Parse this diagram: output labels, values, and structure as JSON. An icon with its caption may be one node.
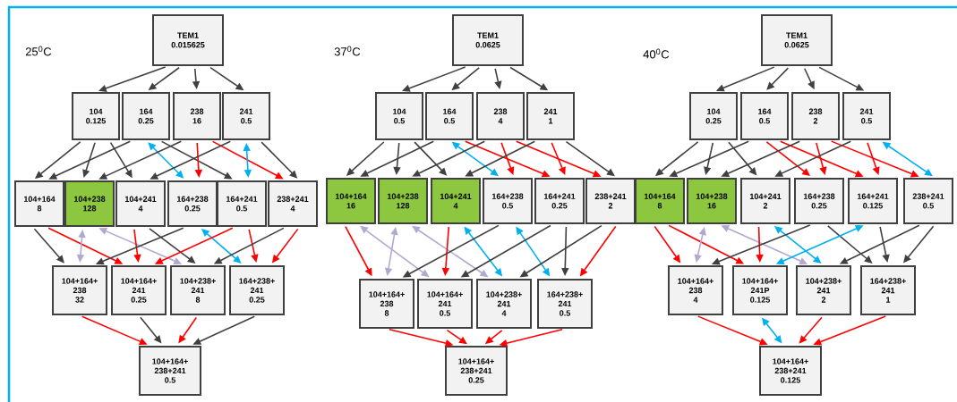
{
  "diagram": {
    "nodes": [
      {
        "text": [
          "TEM1 0.015625"
        ]
      },
      {
        "text": [
          "104 0.125"
        ]
      },
      {
        "text": [
          "164 0.25"
        ]
      },
      {
        "text": [
          "238 16"
        ]
      },
      {
        "text": [
          "241 0.5"
        ]
      },
      {
        "text": [
          "104+164 8"
        ]
      },
      {
        "text": [
          "104+238 128"
        ]
      },
      {
        "text": [
          "104+241 4"
        ]
      },
      {
        "text": [
          "164+238 0.25"
        ]
      },
      {
        "text": [
          "164+241 0.5"
        ]
      },
      {
        "text": [
          "238+241 4"
        ]
      },
      {
        "text": [
          "104+164+ 238 32"
        ]
      },
      {
        "text": [
          "104+164+ 241 0.25"
        ]
      },
      {
        "text": [
          "104+238+ 241 8"
        ]
      },
      {
        "text": [
          "164+238+ 241 0.25"
        ]
      },
      {
        "text": [
          "104+164+ 238+241 0.5"
        ]
      },
      {
        "text": [
          "TEM1 0.0625"
        ]
      },
      {
        "text": [
          "104 0.5"
        ]
      },
      {
        "text": [
          "164 0.5"
        ]
      },
      {
        "text": [
          "238 4"
        ]
      },
      {
        "text": [
          "241 1"
        ]
      },
      {
        "text": [
          "104+164 16"
        ]
      },
      {
        "text": [
          "104+238 128"
        ]
      },
      {
        "text": [
          "104+241 4"
        ]
      },
      {
        "text": [
          "164+238 0.5"
        ]
      },
      {
        "text": [
          "164+241 0.25"
        ]
      },
      {
        "text": [
          "238+241 2"
        ]
      },
      {
        "text": [
          "104+164+ 238 8"
        ]
      },
      {
        "text": [
          "104+164+ 241 0.5"
        ]
      },
      {
        "text": [
          "104+238+ 241 4"
        ]
      },
      {
        "text": [
          "164+238+ 241 0.5"
        ]
      },
      {
        "text": [
          "104+164+ 238+241 0.25"
        ]
      },
      {
        "text": [
          "TEM1 0.0625"
        ]
      },
      {
        "text": [
          "104 0.25"
        ]
      },
      {
        "text": [
          "164 0.5"
        ]
      },
      {
        "text": [
          "238 2"
        ]
      },
      {
        "text": [
          "241 0.5"
        ]
      },
      {
        "text": [
          "104+164 8"
        ]
      },
      {
        "text": [
          "104+238 16"
        ]
      },
      {
        "text": [
          "104+241 2"
        ]
      },
      {
        "text": [
          "164+238 0.25"
        ]
      },
      {
        "text": [
          "164+241 0.125"
        ]
      },
      {
        "text": [
          "238+241 0.5"
        ]
      },
      {
        "text": [
          "104+164+ 238 4"
        ]
      },
      {
        "text": [
          "104+164+ 241P 0.125"
        ]
      },
      {
        "text": [
          "104+238+ 241 2"
        ]
      },
      {
        "text": [
          "164+238+ 241 1"
        ]
      },
      {
        "text": [
          "104+164+ 238+241 0.125"
        ]
      }
    ],
    "edges": [
      {
        "from": 0,
        "to": 1,
        "arrow": "to"
      },
      {
        "from": 0,
        "to": 2,
        "arrow": "to"
      },
      {
        "from": 0,
        "to": 3,
        "arrow": "to"
      },
      {
        "from": 0,
        "to": 4,
        "arrow": "to"
      },
      {
        "from": 1,
        "to": 5,
        "arrow": "to"
      },
      {
        "from": 1,
        "to": 6,
        "arrow": "to"
      },
      {
        "from": 1,
        "to": 7,
        "arrow": "to"
      },
      {
        "from": 2,
        "to": 5,
        "arrow": "to"
      },
      {
        "from": 2,
        "to": 8,
        "arrow": "both",
        "color": "#00b0f0"
      },
      {
        "from": 2,
        "to": 9,
        "arrow": "to"
      },
      {
        "from": 3,
        "to": 6,
        "arrow": "to"
      },
      {
        "from": 3,
        "to": 8,
        "arrow": "to",
        "color": "#ff0000"
      },
      {
        "from": 3,
        "to": 10,
        "arrow": "to",
        "color": "#ff0000"
      },
      {
        "from": 4,
        "to": 7,
        "arrow": "to"
      },
      {
        "from": 4,
        "to": 9,
        "arrow": "both",
        "color": "#00b0f0"
      },
      {
        "from": 4,
        "to": 10,
        "arrow": "to"
      },
      {
        "from": 5,
        "to": 11,
        "arrow": "to"
      },
      {
        "from": 5,
        "to": 12,
        "arrow": "to",
        "color": "#ff0000"
      },
      {
        "from": 6,
        "to": 11,
        "arrow": "both",
        "color": "#b3a8cf"
      },
      {
        "from": 6,
        "to": 13,
        "arrow": "both",
        "color": "#b3a8cf"
      },
      {
        "from": 7,
        "to": 12,
        "arrow": "to",
        "color": "#ff0000"
      },
      {
        "from": 7,
        "to": 13,
        "arrow": "to"
      },
      {
        "from": 8,
        "to": 11,
        "arrow": "to"
      },
      {
        "from": 8,
        "to": 14,
        "arrow": "both",
        "color": "#00b0f0"
      },
      {
        "from": 9,
        "to": 12,
        "arrow": "to",
        "color": "#ff0000"
      },
      {
        "from": 9,
        "to": 14,
        "arrow": "to",
        "color": "#ff0000"
      },
      {
        "from": 10,
        "to": 13,
        "arrow": "to"
      },
      {
        "from": 10,
        "to": 14,
        "arrow": "to",
        "color": "#ff0000"
      },
      {
        "from": 11,
        "to": 15,
        "arrow": "to",
        "color": "#ff0000"
      },
      {
        "from": 12,
        "to": 15,
        "arrow": "to"
      },
      {
        "from": 13,
        "to": 15,
        "arrow": "to",
        "color": "#ff0000"
      },
      {
        "from": 14,
        "to": 15,
        "arrow": "to"
      },
      {
        "from": 16,
        "to": 17,
        "arrow": "to"
      },
      {
        "from": 16,
        "to": 18,
        "arrow": "to"
      },
      {
        "from": 16,
        "to": 19,
        "arrow": "to"
      },
      {
        "from": 16,
        "to": 20,
        "arrow": "to"
      },
      {
        "from": 17,
        "to": 21,
        "arrow": "to"
      },
      {
        "from": 17,
        "to": 22,
        "arrow": "to"
      },
      {
        "from": 17,
        "to": 23,
        "arrow": "to"
      },
      {
        "from": 18,
        "to": 21,
        "arrow": "to"
      },
      {
        "from": 18,
        "to": 24,
        "arrow": "both",
        "color": "#00b0f0"
      },
      {
        "from": 18,
        "to": 25,
        "arrow": "to",
        "color": "#ff0000"
      },
      {
        "from": 19,
        "to": 22,
        "arrow": "to"
      },
      {
        "from": 19,
        "to": 24,
        "arrow": "to",
        "color": "#ff0000"
      },
      {
        "from": 19,
        "to": 26,
        "arrow": "to",
        "color": "#ff0000"
      },
      {
        "from": 20,
        "to": 23,
        "arrow": "to"
      },
      {
        "from": 20,
        "to": 25,
        "arrow": "to",
        "color": "#ff0000"
      },
      {
        "from": 20,
        "to": 26,
        "arrow": "to"
      },
      {
        "from": 21,
        "to": 27,
        "arrow": "to",
        "color": "#ff0000"
      },
      {
        "from": 21,
        "to": 28,
        "arrow": "both",
        "color": "#b3a8cf"
      },
      {
        "from": 22,
        "to": 27,
        "arrow": "both",
        "color": "#b3a8cf"
      },
      {
        "from": 22,
        "to": 29,
        "arrow": "both",
        "color": "#b3a8cf"
      },
      {
        "from": 23,
        "to": 28,
        "arrow": "to",
        "color": "#ff0000"
      },
      {
        "from": 23,
        "to": 29,
        "arrow": "both",
        "color": "#00b0f0"
      },
      {
        "from": 24,
        "to": 27,
        "arrow": "to"
      },
      {
        "from": 24,
        "to": 30,
        "arrow": "both",
        "color": "#00b0f0"
      },
      {
        "from": 25,
        "to": 28,
        "arrow": "to"
      },
      {
        "from": 25,
        "to": 30,
        "arrow": "to"
      },
      {
        "from": 26,
        "to": 29,
        "arrow": "to"
      },
      {
        "from": 26,
        "to": 30,
        "arrow": "to",
        "color": "#ff0000"
      },
      {
        "from": 27,
        "to": 31,
        "arrow": "to",
        "color": "#ff0000"
      },
      {
        "from": 28,
        "to": 31,
        "arrow": "to",
        "color": "#ff0000"
      },
      {
        "from": 29,
        "to": 31,
        "arrow": "to",
        "color": "#ff0000"
      },
      {
        "from": 30,
        "to": 31,
        "arrow": "to",
        "color": "#ff0000"
      },
      {
        "from": 32,
        "to": 33,
        "arrow": "to"
      },
      {
        "from": 32,
        "to": 34,
        "arrow": "to"
      },
      {
        "from": 32,
        "to": 35,
        "arrow": "to"
      },
      {
        "from": 32,
        "to": 36,
        "arrow": "to"
      },
      {
        "from": 33,
        "to": 37,
        "arrow": "to"
      },
      {
        "from": 33,
        "to": 38,
        "arrow": "to"
      },
      {
        "from": 33,
        "to": 39,
        "arrow": "to"
      },
      {
        "from": 34,
        "to": 37,
        "arrow": "to"
      },
      {
        "from": 34,
        "to": 40,
        "arrow": "to",
        "color": "#ff0000"
      },
      {
        "from": 34,
        "to": 41,
        "arrow": "to",
        "color": "#ff0000"
      },
      {
        "from": 35,
        "to": 38,
        "arrow": "to"
      },
      {
        "from": 35,
        "to": 40,
        "arrow": "to",
        "color": "#ff0000"
      },
      {
        "from": 35,
        "to": 42,
        "arrow": "to",
        "color": "#ff0000"
      },
      {
        "from": 36,
        "to": 39,
        "arrow": "to"
      },
      {
        "from": 36,
        "to": 41,
        "arrow": "to",
        "color": "#ff0000"
      },
      {
        "from": 36,
        "to": 42,
        "arrow": "both",
        "color": "#00b0f0"
      },
      {
        "from": 37,
        "to": 43,
        "arrow": "to",
        "color": "#ff0000"
      },
      {
        "from": 37,
        "to": 44,
        "arrow": "to",
        "color": "#ff0000"
      },
      {
        "from": 38,
        "to": 43,
        "arrow": "both",
        "color": "#b3a8cf"
      },
      {
        "from": 38,
        "to": 45,
        "arrow": "both",
        "color": "#b3a8cf"
      },
      {
        "from": 39,
        "to": 44,
        "arrow": "to",
        "color": "#ff0000"
      },
      {
        "from": 39,
        "to": 45,
        "arrow": "both",
        "color": "#00b0f0"
      },
      {
        "from": 40,
        "to": 43,
        "arrow": "to"
      },
      {
        "from": 40,
        "to": 46,
        "arrow": "to"
      },
      {
        "from": 41,
        "to": 44,
        "arrow": "both",
        "color": "#00b0f0"
      },
      {
        "from": 41,
        "to": 46,
        "arrow": "to"
      },
      {
        "from": 42,
        "to": 45,
        "arrow": "to"
      },
      {
        "from": 42,
        "to": 46,
        "arrow": "to"
      },
      {
        "from": 43,
        "to": 47,
        "arrow": "to",
        "color": "#ff0000"
      },
      {
        "from": 44,
        "to": 47,
        "arrow": "both",
        "color": "#00b0f0"
      },
      {
        "from": 45,
        "to": 47,
        "arrow": "to",
        "color": "#ff0000"
      },
      {
        "from": 46,
        "to": 47,
        "arrow": "to",
        "color": "#ff0000"
      }
    ],
    "labels": [
      "25$^{0}$C",
      "37$^{0}$C",
      "40$^{0}$C"
    ]
  }
}
